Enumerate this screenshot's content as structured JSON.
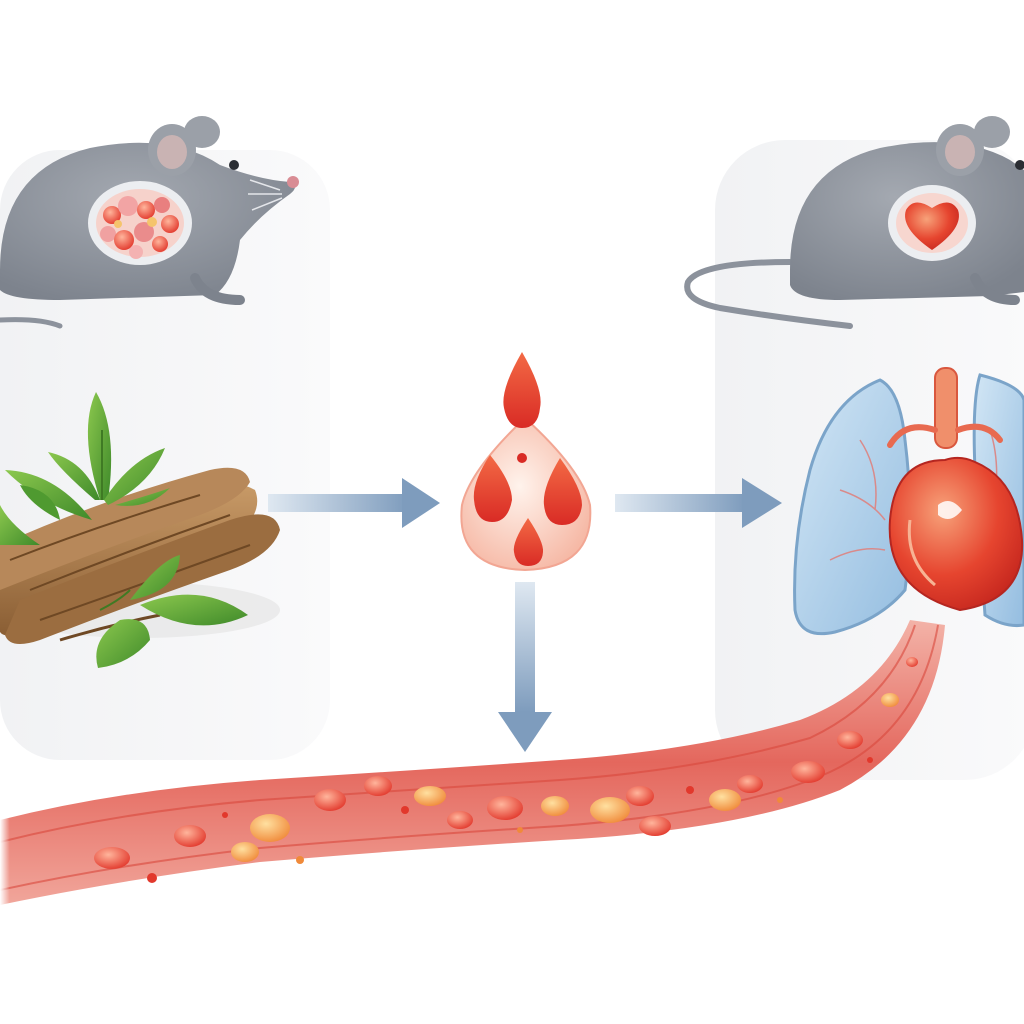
{
  "diagram": {
    "nodes": [
      {
        "id": "mouse-left",
        "icon": "mouse-with-inflamed-lung-icon"
      },
      {
        "id": "mouse-right",
        "icon": "mouse-with-healthy-heart-icon"
      },
      {
        "id": "herbal-root",
        "icon": "herbal-root-with-leaves-icon"
      },
      {
        "id": "blood-drop",
        "icon": "blood-drops-icon"
      },
      {
        "id": "heart-lungs",
        "icon": "heart-and-lungs-icon"
      },
      {
        "id": "blood-vessel",
        "icon": "blood-vessel-with-cells-icon"
      }
    ],
    "edges": [
      {
        "from": "herbal-root",
        "to": "blood-drop",
        "direction": "right"
      },
      {
        "from": "blood-drop",
        "to": "heart-lungs",
        "direction": "right"
      },
      {
        "from": "blood-drop",
        "to": "blood-vessel",
        "direction": "down"
      }
    ]
  },
  "colors": {
    "mouse": "#8c929c",
    "arrow": "#7e9cbd",
    "blood": "#e0382e",
    "lung": "#a9cbe8",
    "root": "#a2764a",
    "leaf": "#5fa637",
    "vessel": "#e5675c"
  }
}
